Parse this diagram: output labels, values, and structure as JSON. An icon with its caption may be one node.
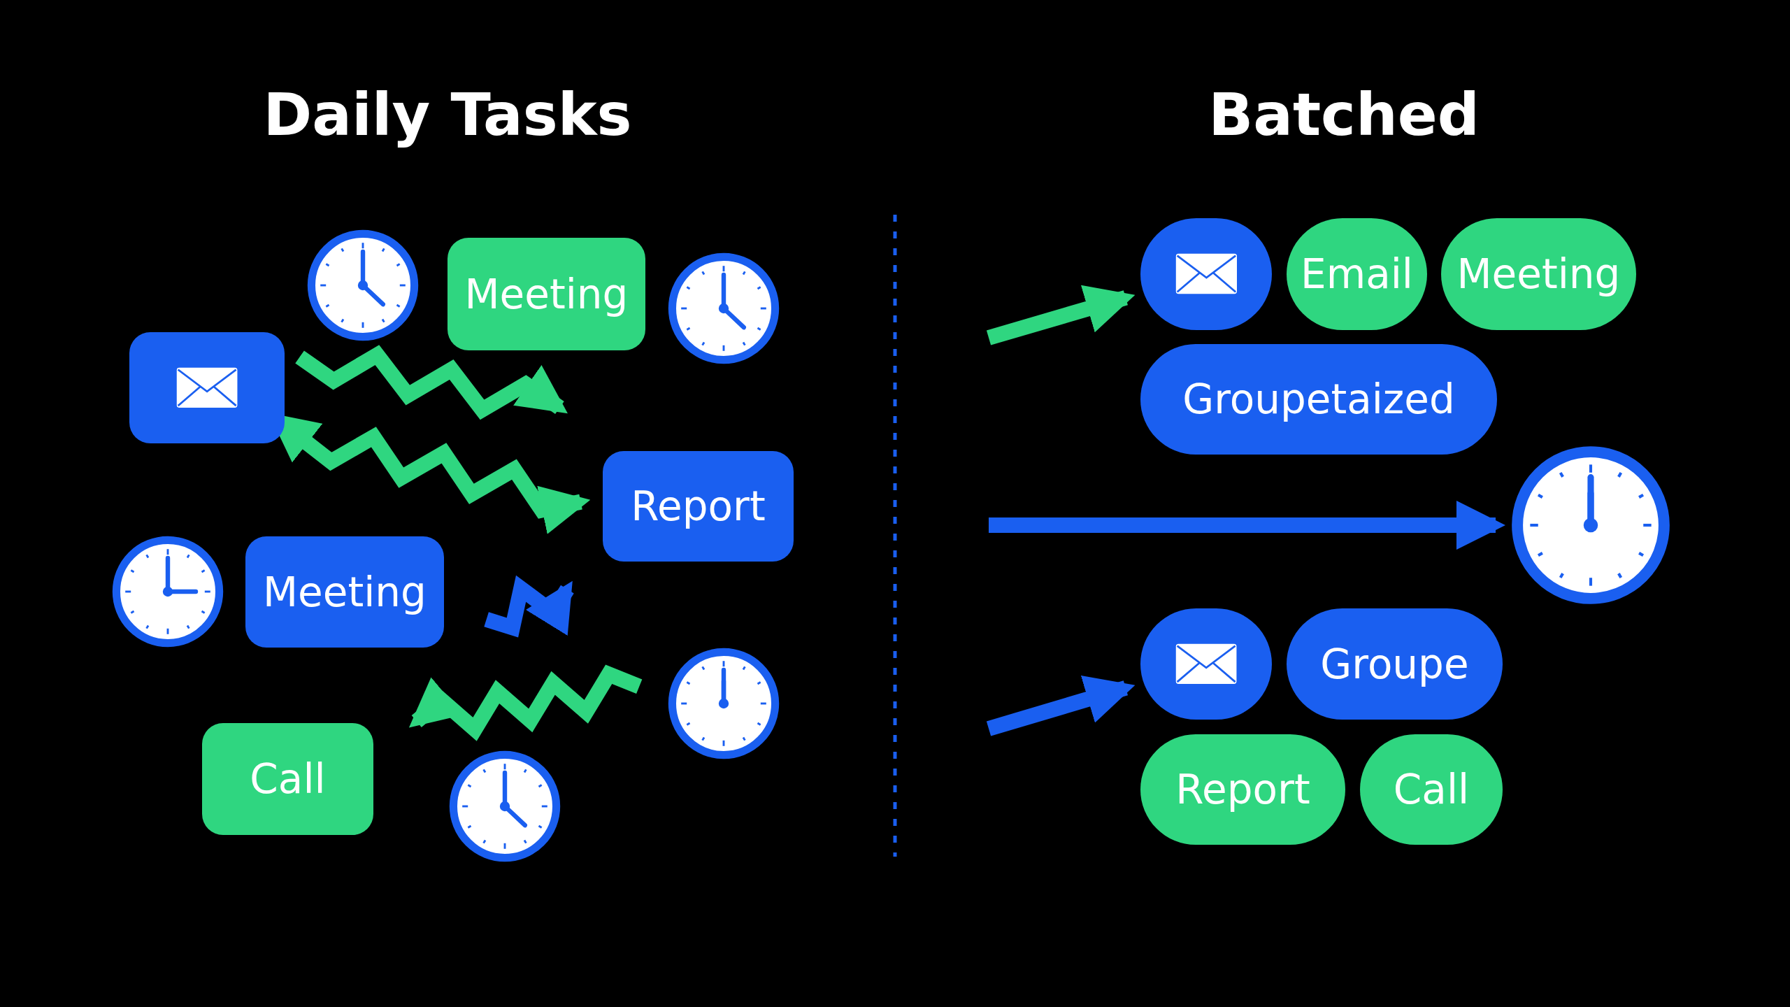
{
  "diagram": {
    "nodes": [
      {
        "text": [],
        "shape": "box"
      },
      {
        "text": [
          "Meeting"
        ]
      },
      {
        "text": [
          "Report"
        ]
      },
      {
        "text": [
          "Meeting"
        ]
      },
      {
        "text": [
          "Call"
        ]
      },
      {
        "text": [],
        "shape": "clock"
      },
      {
        "text": [],
        "shape": "box"
      },
      {
        "text": [
          "Email"
        ]
      },
      {
        "text": [
          "Meeting"
        ]
      },
      {
        "text": [
          "Groupetaized"
        ]
      },
      {
        "text": [],
        "shape": "clock"
      },
      {
        "text": [],
        "shape": "box"
      },
      {
        "text": [
          "Groupe"
        ]
      },
      {
        "text": [
          "Report"
        ]
      },
      {
        "text": [
          "Call"
        ]
      }
    ],
    "edges": [
      {
        "from": 0,
        "to": 2,
        "arrow": "to"
      },
      {
        "from": 0,
        "to": 2,
        "arrow": "both"
      },
      {
        "from": 3,
        "to": 2,
        "arrow": "to",
        "color": "#1a5ff0"
      },
      {
        "from": 5,
        "to": 4,
        "arrow": "to"
      },
      {
        "from": null,
        "to": 6,
        "arrow": "to"
      },
      {
        "from": null,
        "to": 10,
        "arrow": "to",
        "color": "#1a5ff0"
      },
      {
        "from": null,
        "to": 11,
        "arrow": "to",
        "color": "#1a5ff0"
      }
    ],
    "labels": [
      "Daily Tasks",
      "Batched"
    ]
  }
}
